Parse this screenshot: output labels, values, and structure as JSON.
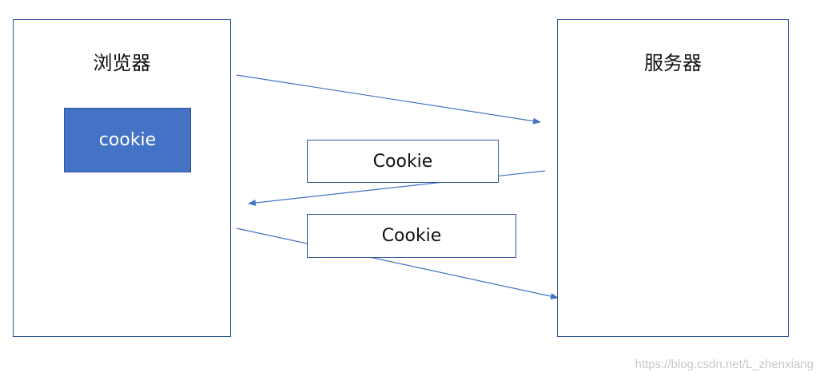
{
  "browser": {
    "title": "浏览器",
    "cookie_label": "cookie"
  },
  "server": {
    "title": "服务器"
  },
  "messages": [
    {
      "label": "Cookie"
    },
    {
      "label": "Cookie"
    }
  ],
  "colors": {
    "border": "#2f5597",
    "arrow": "#4472c4",
    "cookie_fill": "#4472c4",
    "cookie_text": "#ffffff",
    "watermark": "#c8c8c8"
  },
  "watermark": "https://blog.csdn.net/L_zhenxiang"
}
